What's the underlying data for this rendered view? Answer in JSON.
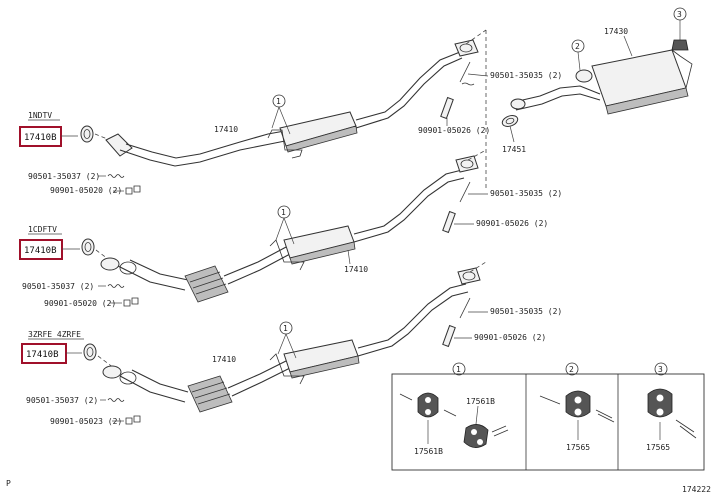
{
  "top": {
    "engine_tag": "1NDTV",
    "boxed_part": "17410B",
    "pipe_label": "17410",
    "gasket_bolt": "90501-35037 (2)",
    "nut": "90901-05020 (2)",
    "callout": "1",
    "flange_bolt_right": "90501-35035 (2)",
    "flange_nut_right": "90901-05026 (2)",
    "gasket_right": "17451",
    "muffler": "17430",
    "callout_2": "2",
    "callout_3": "3"
  },
  "middle": {
    "engine_tag": "1CDFTV",
    "boxed_part": "17410B",
    "pipe_label": "17410",
    "gasket_bolt": "90501-35037 (2)",
    "nut": "90901-05020 (2)",
    "callout": "1",
    "flange_bolt_right": "90501-35035 (2)",
    "flange_nut_right": "90901-05026 (2)"
  },
  "bottom": {
    "engine_tag": "3ZRFE 4ZRFE",
    "boxed_part": "17410B",
    "pipe_label": "17410",
    "gasket_bolt": "90501-35037 (2)",
    "nut": "90901-05023 (2)",
    "callout": "1",
    "flange_bolt_right": "90501-35035 (2)",
    "flange_nut_right": "90901-05026 (2)"
  },
  "detail": {
    "col1": {
      "callout": "1",
      "part_a": "17561B",
      "part_b": "17561B"
    },
    "col2": {
      "callout": "2",
      "part": "17565"
    },
    "col3": {
      "callout": "3",
      "part": "17565"
    }
  },
  "footer": {
    "left_mark": "P",
    "figure_number": "174222"
  },
  "colors": {
    "highlight_box": "#a0102a"
  }
}
